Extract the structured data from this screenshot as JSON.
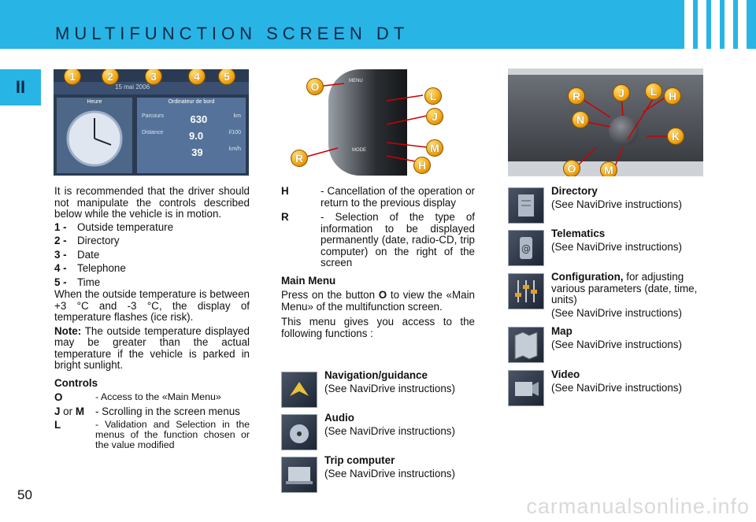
{
  "header": {
    "title": "MULTIFUNCTION SCREEN DT",
    "section": "II"
  },
  "page_number": "50",
  "watermark": "carmanualsonline.info",
  "photo1": {
    "badges": [
      "1",
      "2",
      "3",
      "4",
      "5"
    ],
    "top_bar_date": "15 mai 2006",
    "left_panel": "Heure",
    "right_panel": "Ordinateur de bord",
    "rows": [
      {
        "label": "Parcours",
        "value": "630",
        "unit": "km"
      },
      {
        "label": "Distance",
        "value": "9.0",
        "unit": "l/100"
      },
      {
        "label": "",
        "value": "39",
        "unit": "km/h"
      }
    ]
  },
  "photo2": {
    "badges": [
      "O",
      "L",
      "J",
      "M",
      "R",
      "H"
    ],
    "button_menu": "MENU",
    "button_mode": "MODE"
  },
  "photo3": {
    "badges": [
      "R",
      "J",
      "L",
      "H",
      "N",
      "K",
      "O",
      "M"
    ]
  },
  "col1": {
    "intro": "It is recommended that the driver should not manipulate the controls described below while the vehicle is in motion.",
    "items": [
      {
        "n": "1 -",
        "t": "Outside temperature"
      },
      {
        "n": "2 -",
        "t": "Directory"
      },
      {
        "n": "3 -",
        "t": "Date"
      },
      {
        "n": "4 -",
        "t": "Telephone"
      },
      {
        "n": "5 -",
        "t": "Time"
      }
    ],
    "temp": "When the outside temperature is between +3 °C and -3 °C, the display of temperature flashes (ice risk).",
    "note_label": "Note:",
    "note": "The outside temperature displayed may be greater than the actual temperature if the vehicle is parked in bright sunlight.",
    "controls_title": "Controls",
    "controls": [
      {
        "k1": "O",
        "k2": "",
        "k3": "",
        "t": "- Access to the «Main Menu»"
      },
      {
        "k1": "J",
        "k2": " or ",
        "k3": "M",
        "t": "- Scrolling in the screen menus"
      },
      {
        "k1": "L",
        "k2": "",
        "k3": "",
        "t": "- Validation and Selection in the menus of the function chosen or the value modified"
      }
    ]
  },
  "col2": {
    "defs": [
      {
        "k": "H",
        "t": "- Cancellation of the operation or return to the previous display"
      },
      {
        "k": "R",
        "t": "- Selection of the type of information to be displayed permanently (date, radio-CD, trip computer) on the right of the screen"
      }
    ],
    "main_menu_title": "Main Menu",
    "p1a": "Press on the button ",
    "p1b": "O",
    "p1c": " to view the «Main Menu» of the multifunction screen.",
    "p2": "This menu gives you access to the following functions :",
    "menu": [
      {
        "title": "Navigation/guidance",
        "sub": "(See NaviDrive instructions)",
        "icon": "navigation-icon"
      },
      {
        "title": "Audio",
        "sub": "(See NaviDrive instructions)",
        "icon": "audio-icon"
      },
      {
        "title": "Trip computer",
        "sub": "(See NaviDrive instructions)",
        "icon": "trip-computer-icon"
      }
    ]
  },
  "col3": {
    "menu": [
      {
        "title": "Directory",
        "extra": "",
        "sub": "(See NaviDrive instructions)",
        "icon": "directory-icon"
      },
      {
        "title": "Telematics",
        "extra": "",
        "sub": "(See NaviDrive instructions)",
        "icon": "telematics-icon"
      },
      {
        "title": "Configuration,",
        "extra": " for adjusting various parameters (date, time, units)",
        "sub": "(See NaviDrive instructions)",
        "icon": "configuration-icon"
      },
      {
        "title": "Map",
        "extra": "",
        "sub": "(See NaviDrive instructions)",
        "icon": "map-icon"
      },
      {
        "title": "Video",
        "extra": "",
        "sub": "(See NaviDrive instructions)",
        "icon": "video-icon"
      }
    ]
  },
  "colors": {
    "accent": "#29b4e6",
    "badge": "#f3a40e",
    "header_text": "#0e2a44"
  }
}
